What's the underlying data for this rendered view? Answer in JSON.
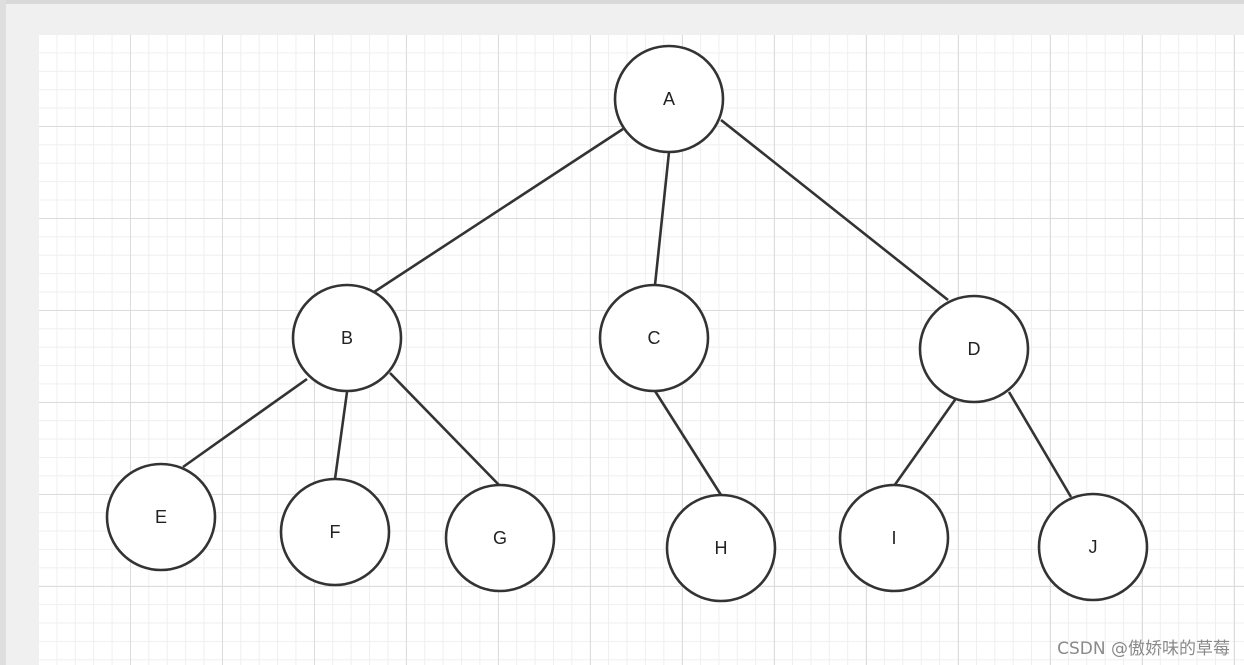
{
  "diagram": {
    "type": "tree",
    "nodes": [
      {
        "id": "A",
        "label": "A"
      },
      {
        "id": "B",
        "label": "B"
      },
      {
        "id": "C",
        "label": "C"
      },
      {
        "id": "D",
        "label": "D"
      },
      {
        "id": "E",
        "label": "E"
      },
      {
        "id": "F",
        "label": "F"
      },
      {
        "id": "G",
        "label": "G"
      },
      {
        "id": "H",
        "label": "H"
      },
      {
        "id": "I",
        "label": "I"
      },
      {
        "id": "J",
        "label": "J"
      }
    ],
    "edges": [
      {
        "from": "A",
        "to": "B"
      },
      {
        "from": "A",
        "to": "C"
      },
      {
        "from": "A",
        "to": "D"
      },
      {
        "from": "B",
        "to": "E"
      },
      {
        "from": "B",
        "to": "F"
      },
      {
        "from": "B",
        "to": "G"
      },
      {
        "from": "C",
        "to": "H"
      },
      {
        "from": "D",
        "to": "I"
      },
      {
        "from": "D",
        "to": "J"
      }
    ]
  },
  "watermark": "CSDN @傲娇味的草莓",
  "colors": {
    "stroke": "#333333",
    "node_fill": "#ffffff",
    "canvas": "#ffffff",
    "background": "#f0f0f0"
  }
}
